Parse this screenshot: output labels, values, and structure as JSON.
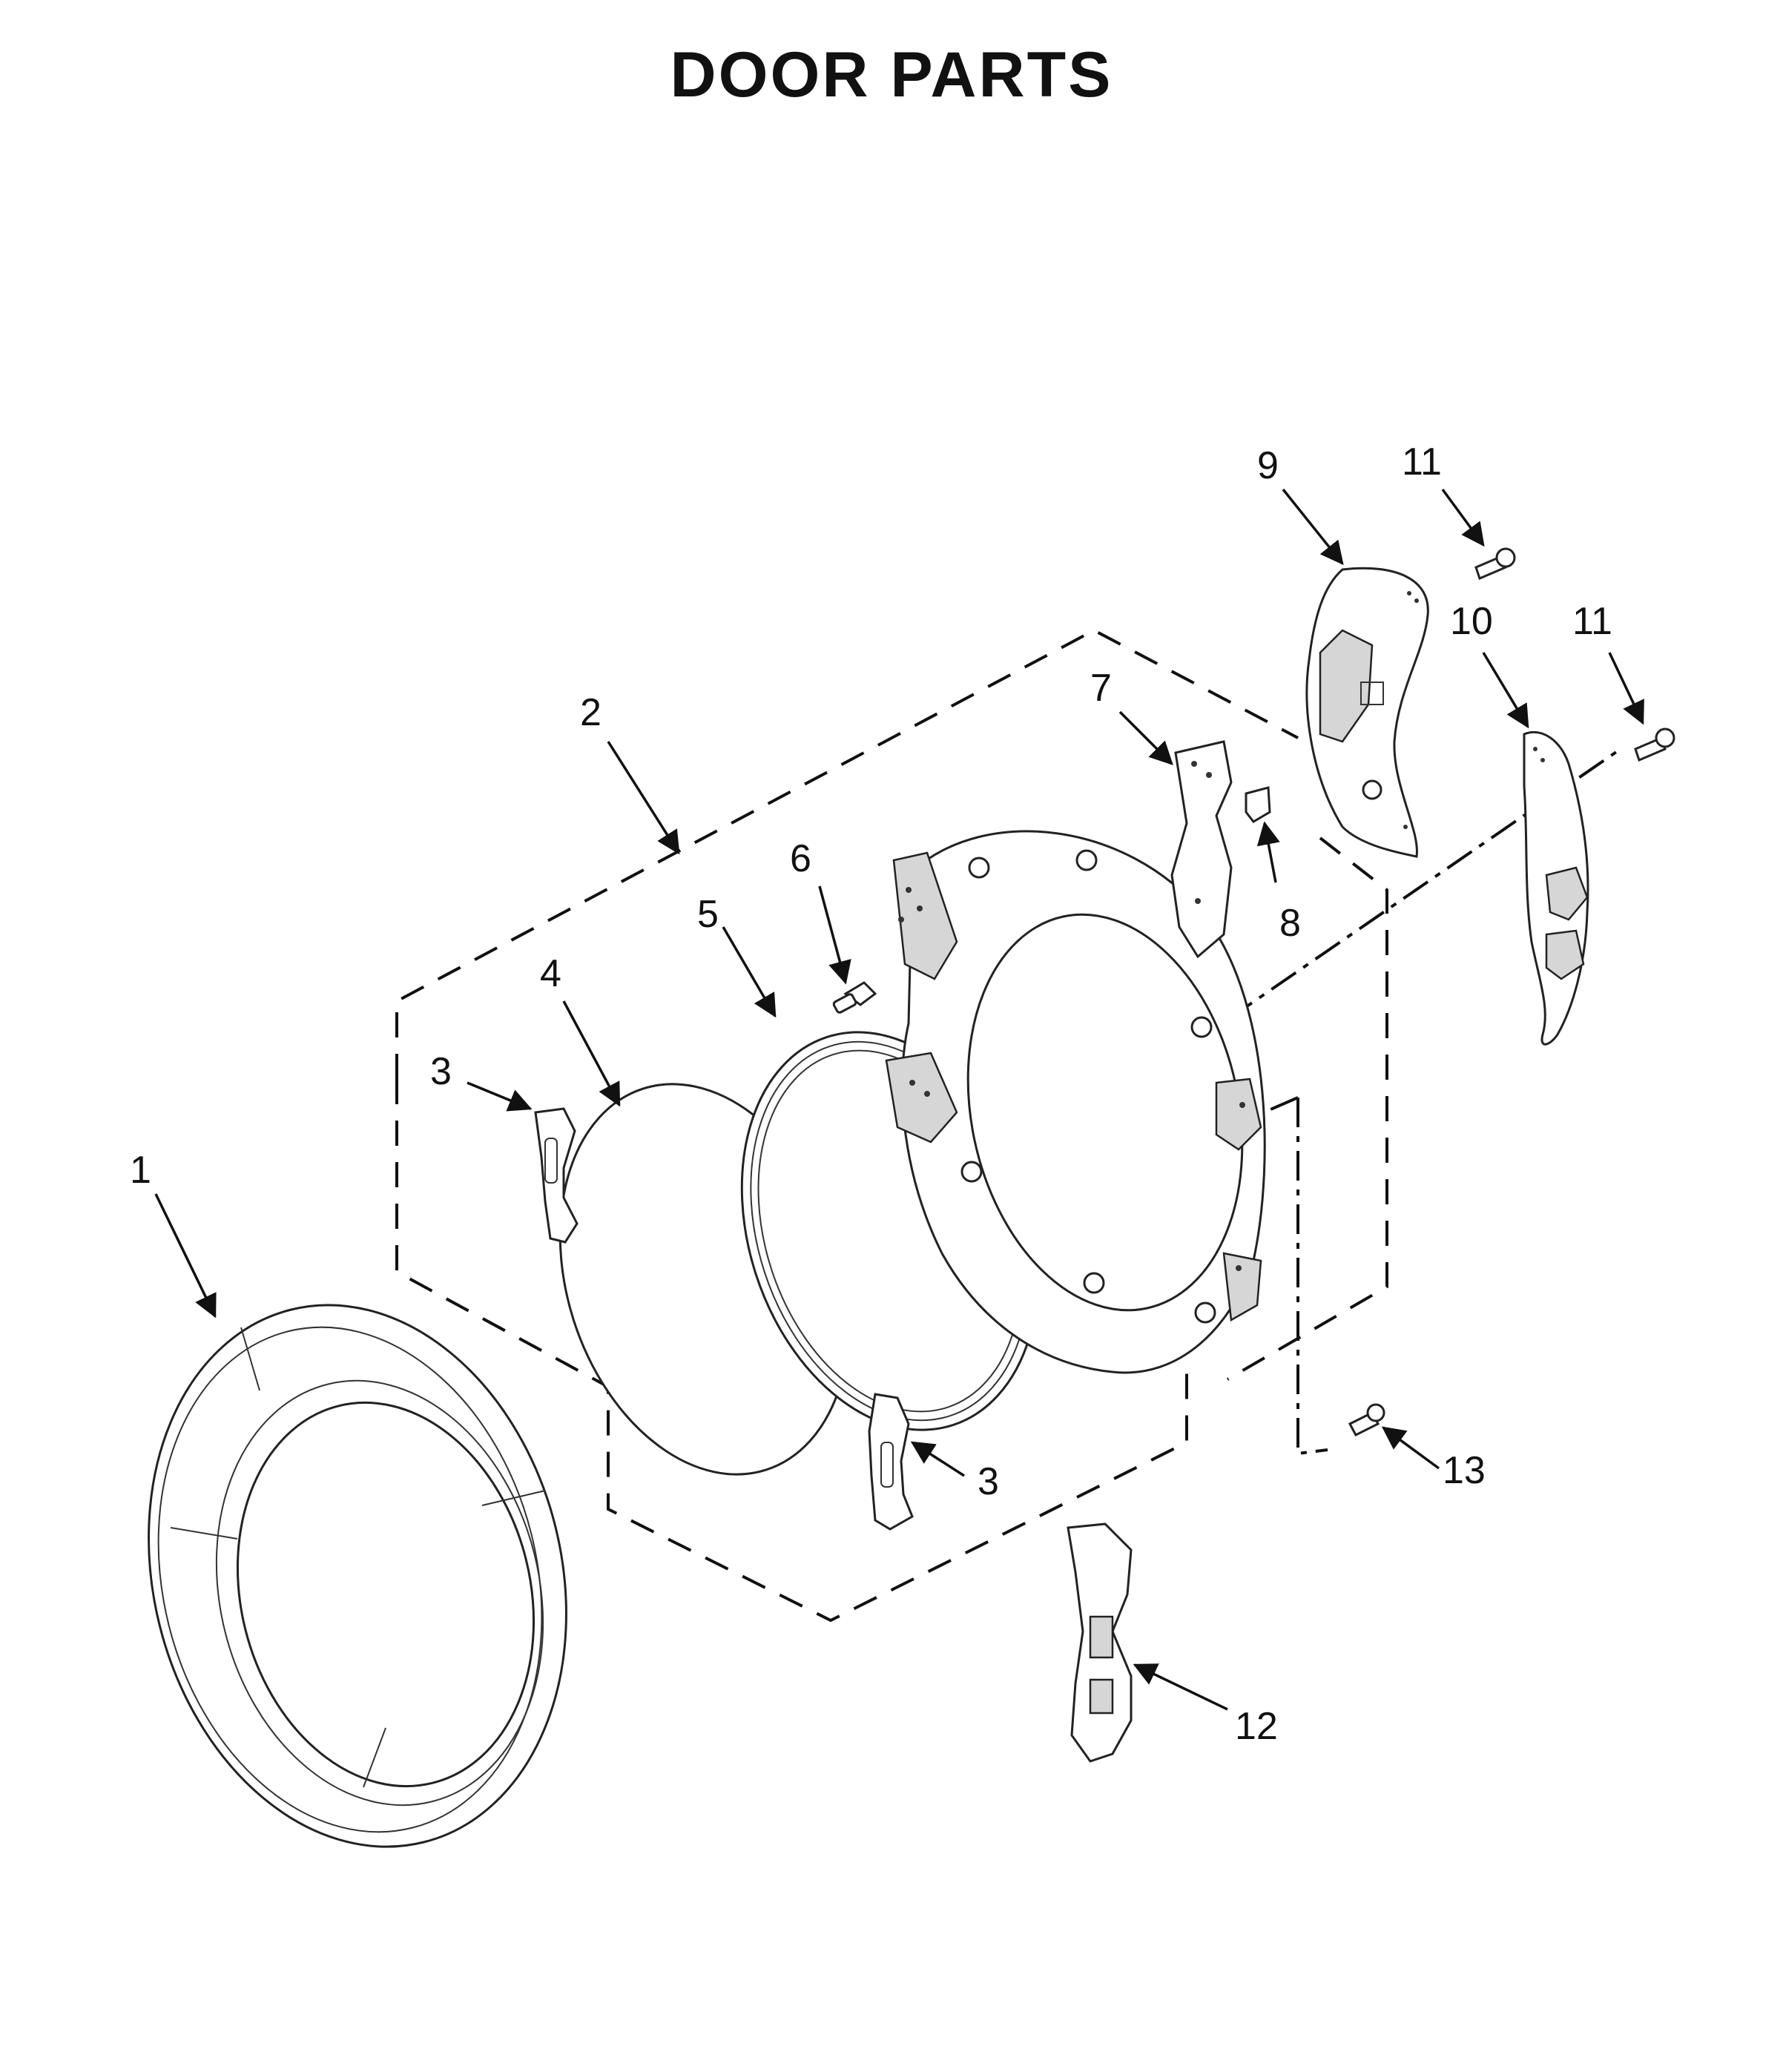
{
  "title": "DOOR PARTS",
  "callouts": {
    "c1": "1",
    "c2": "2",
    "c3a": "3",
    "c3b": "3",
    "c4": "4",
    "c5": "5",
    "c6": "6",
    "c7": "7",
    "c8": "8",
    "c9": "9",
    "c10": "10",
    "c11a": "11",
    "c11b": "11",
    "c12": "12",
    "c13": "13"
  }
}
